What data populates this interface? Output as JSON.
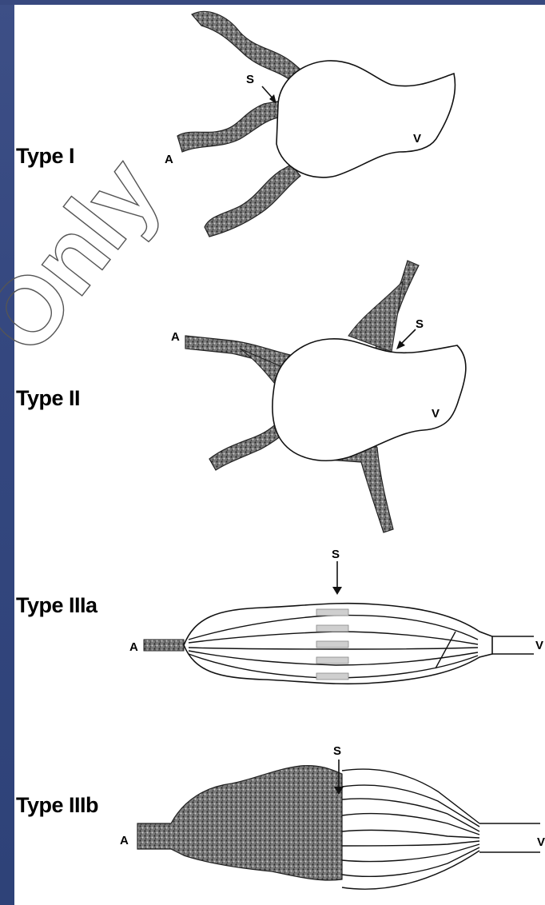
{
  "types": {
    "type1": "Type I",
    "type2": "Type II",
    "type3a": "Type IIIa",
    "type3b": "Type IIIb"
  },
  "labels": {
    "artery": "A",
    "vein": "V",
    "stenosis": "S"
  },
  "watermark": "Only",
  "colors": {
    "sidebar": "#34477f",
    "vessel_fill": "#6a6a6a",
    "outline": "#111111",
    "background": "#ffffff"
  }
}
